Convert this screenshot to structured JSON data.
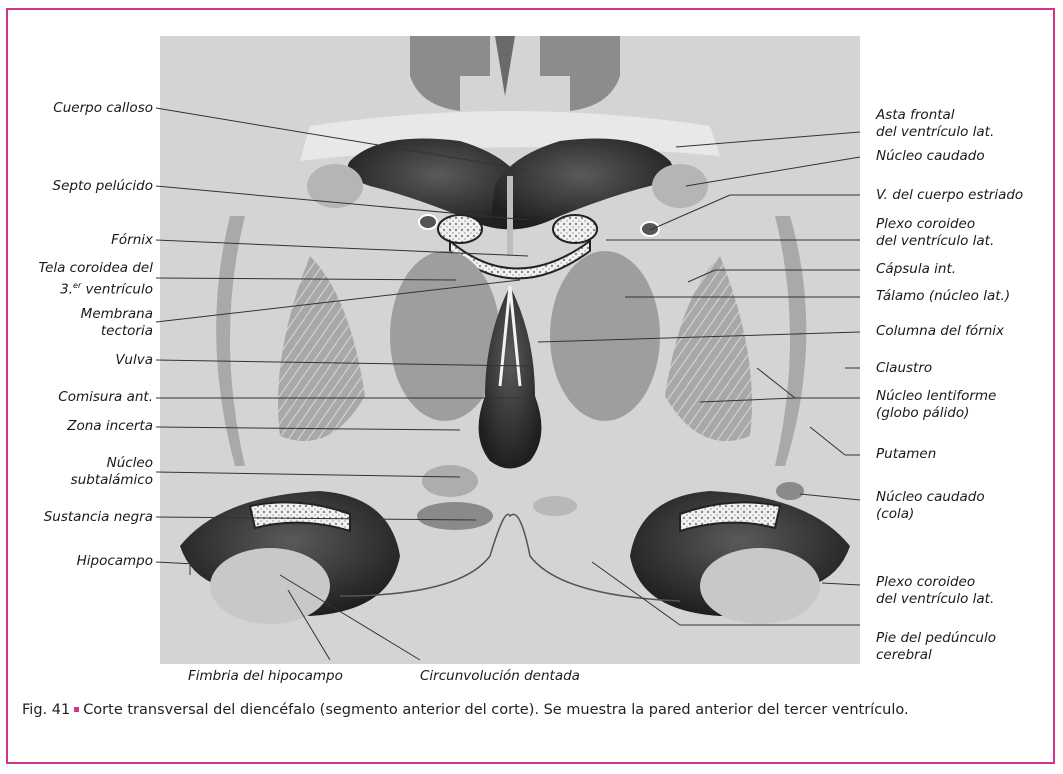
{
  "colors": {
    "frame": "#d6338f",
    "ventricle": "#2b2b2b",
    "tissue": "#9a9a9a",
    "bg_tissue": "#d2d2d2"
  },
  "labels_left": {
    "cuerpo_calloso": "Cuerpo calloso",
    "septo_pelucido": "Septo pelúcido",
    "fornix": "Fórnix",
    "tela_coroidea_1": "Tela coroidea del",
    "tela_coroidea_2_num": "3.",
    "tela_coroidea_2_sup": "er",
    "tela_coroidea_2_rest": " ventrículo",
    "membrana_1": "Membrana",
    "membrana_2": "tectoria",
    "vulva": "Vulva",
    "comisura_ant": "Comisura ant.",
    "zona_incerta": "Zona incerta",
    "nucleo_subt_1": "Núcleo",
    "nucleo_subt_2": "subtalámico",
    "sustancia_negra": "Sustancia negra",
    "hipocampo": "Hipocampo"
  },
  "labels_right": {
    "asta_1": "Asta frontal",
    "asta_2": "del ventrículo lat.",
    "nucleo_caudado": "Núcleo caudado",
    "v_cuerpo_estriado": "V. del cuerpo estriado",
    "plexo1_1": "Plexo coroideo",
    "plexo1_2": "del ventrículo lat.",
    "capsula_int": "Cápsula int.",
    "talamo": "Tálamo (núcleo lat.)",
    "columna_fornix": "Columna del fórnix",
    "claustro": "Claustro",
    "lentiforme_1": "Núcleo lentiforme",
    "lentiforme_2": "(globo pálido)",
    "putamen": "Putamen",
    "caudado_cola_1": "Núcleo caudado",
    "caudado_cola_2": "(cola)",
    "plexo2_1": "Plexo coroideo",
    "plexo2_2": "del ventrículo lat.",
    "pie_1": "Pie del pedúnculo",
    "pie_2": "cerebral"
  },
  "labels_bottom": {
    "fimbria": "Fimbria del hipocampo",
    "circunvolucion": "Circunvolución dentada"
  },
  "caption": {
    "fig": "Fig. 41",
    "text": "Corte transversal del diencéfalo (segmento anterior del corte). Se muestra la pared anterior del tercer ventrículo."
  }
}
